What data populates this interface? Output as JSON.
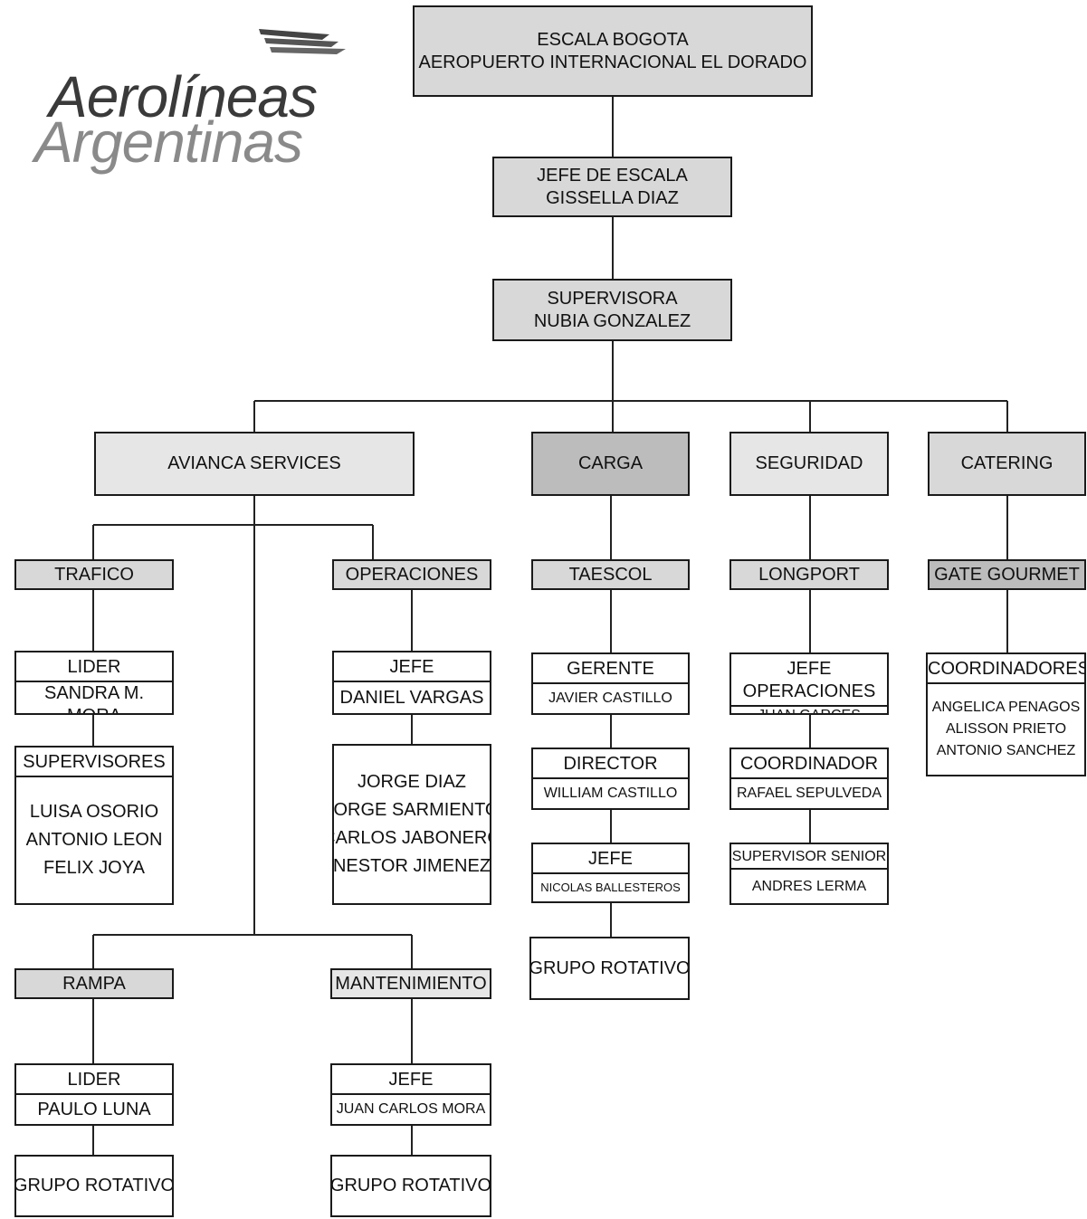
{
  "logo": {
    "line1": "Aerolíneas",
    "line2": "Argentinas"
  },
  "root": {
    "line1": "ESCALA BOGOTA",
    "line2": "AEROPUERTO INTERNACIONAL EL DORADO"
  },
  "jefe_escala": {
    "title": "JEFE DE ESCALA",
    "name": "GISSELLA DIAZ"
  },
  "supervisora": {
    "title": "SUPERVISORA",
    "name": "NUBIA GONZALEZ"
  },
  "departments": {
    "avianca": "AVIANCA SERVICES",
    "carga": "CARGA",
    "seguridad": "SEGURIDAD",
    "catering": "CATERING"
  },
  "trafico": {
    "label": "TRAFICO",
    "lider_title": "LIDER",
    "lider_name": "SANDRA M. MORA",
    "supervisores_title": "SUPERVISORES",
    "supervisores": [
      "LUISA OSORIO",
      "ANTONIO LEON",
      "FELIX JOYA"
    ]
  },
  "operaciones": {
    "label": "OPERACIONES",
    "jefe_title": "JEFE",
    "jefe_name": "DANIEL VARGAS",
    "staff": [
      "JORGE DIAZ",
      "JORGE SARMIENTO",
      "CARLOS JABONERO",
      "NESTOR JIMENEZ"
    ]
  },
  "rampa": {
    "label": "RAMPA",
    "lider_title": "LIDER",
    "lider_name": "PAULO LUNA",
    "grupo": "GRUPO ROTATIVO"
  },
  "mantenimiento": {
    "label": "MANTENIMIENTO",
    "jefe_title": "JEFE",
    "jefe_name": "JUAN CARLOS MORA",
    "grupo": "GRUPO ROTATIVO"
  },
  "taescol": {
    "label": "TAESCOL",
    "gerente_title": "GERENTE",
    "gerente_name": "JAVIER CASTILLO",
    "director_title": "DIRECTOR",
    "director_name": "WILLIAM CASTILLO",
    "jefe_title": "JEFE",
    "jefe_name": "NICOLAS BALLESTEROS",
    "grupo": "GRUPO ROTATIVO"
  },
  "longport": {
    "label": "LONGPORT",
    "jefe_ops_title": "JEFE OPERACIONES",
    "jefe_ops_name": "JUAN GARCES",
    "coord_title": "COORDINADOR",
    "coord_name": "RAFAEL SEPULVEDA",
    "sup_title": "SUPERVISOR SENIOR",
    "sup_name": "ANDRES LERMA"
  },
  "gate_gourmet": {
    "label": "GATE GOURMET",
    "coord_title": "COORDINADORES",
    "coordinadores": [
      "ANGELICA PENAGOS",
      "ALISSON PRIETO",
      "ANTONIO SANCHEZ"
    ]
  }
}
